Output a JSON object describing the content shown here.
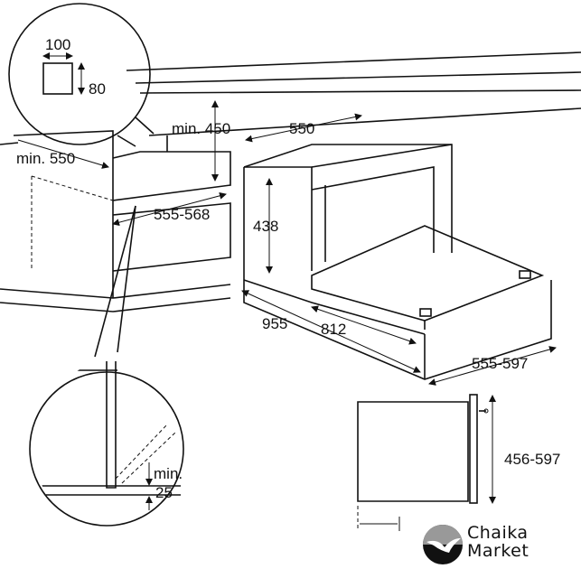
{
  "detail_top": {
    "width": "100",
    "height": "80"
  },
  "niche": {
    "min_height": "min. 450",
    "min_depth": "min. 550",
    "width": "555-568"
  },
  "oven": {
    "width": "550",
    "height": "438",
    "depth_total": "955",
    "depth_body": "812",
    "front_width": "555-597"
  },
  "detail_bottom": {
    "label_min": "min.",
    "gap": "25"
  },
  "side_view": {
    "height": "456-597"
  },
  "watermark": {
    "line1": "Chaika",
    "line2": "Market"
  }
}
